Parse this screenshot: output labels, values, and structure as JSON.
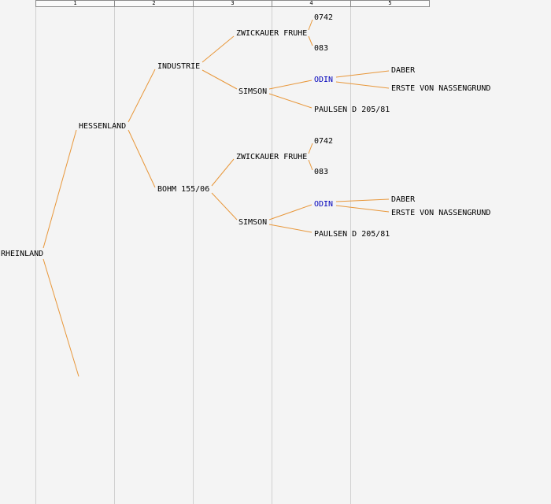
{
  "header": {
    "columns": [
      "1",
      "2",
      "3",
      "4",
      "5"
    ]
  },
  "colors": {
    "background": "#f4f4f4",
    "grid_line": "#d0d0d0",
    "edge_line": "#e8973a",
    "node_text": "#000000",
    "node_link": "#0000bb"
  },
  "nodes": [
    {
      "label": "RHEINLAND",
      "generation": 0,
      "link": false
    },
    {
      "label": "HESSENLAND",
      "generation": 1,
      "link": false
    },
    {
      "label": "INDUSTRIE",
      "generation": 2,
      "link": false
    },
    {
      "label": "ZWICKAUER FRUHE",
      "generation": 3,
      "link": false
    },
    {
      "label": "0742",
      "generation": 4,
      "link": false
    },
    {
      "label": "083",
      "generation": 4,
      "link": false
    },
    {
      "label": "SIMSON",
      "generation": 3,
      "link": false
    },
    {
      "label": "ODIN",
      "generation": 4,
      "link": true
    },
    {
      "label": "DABER",
      "generation": 5,
      "link": false
    },
    {
      "label": "ERSTE VON NASSENGRUND",
      "generation": 5,
      "link": false
    },
    {
      "label": "PAULSEN D 205/81",
      "generation": 4,
      "link": false
    },
    {
      "label": "BOHM 155/06",
      "generation": 2,
      "link": false
    },
    {
      "label": "ZWICKAUER FRUHE",
      "generation": 3,
      "link": false
    },
    {
      "label": "0742",
      "generation": 4,
      "link": false
    },
    {
      "label": "083",
      "generation": 4,
      "link": false
    },
    {
      "label": "SIMSON",
      "generation": 3,
      "link": false
    },
    {
      "label": "ODIN",
      "generation": 4,
      "link": true
    },
    {
      "label": "DABER",
      "generation": 5,
      "link": false
    },
    {
      "label": "ERSTE VON NASSENGRUND",
      "generation": 5,
      "link": false
    },
    {
      "label": "PAULSEN D 205/81",
      "generation": 4,
      "link": false
    }
  ],
  "relationships": [
    {
      "child": "RHEINLAND",
      "parents": [
        "HESSENLAND",
        ""
      ]
    },
    {
      "child": "HESSENLAND",
      "parents": [
        "INDUSTRIE",
        "BOHM 155/06"
      ]
    },
    {
      "child": "INDUSTRIE",
      "parents": [
        "ZWICKAUER FRUHE",
        "SIMSON"
      ]
    },
    {
      "child": "ZWICKAUER FRUHE",
      "parents": [
        "0742",
        "083"
      ]
    },
    {
      "child": "SIMSON",
      "parents": [
        "ODIN",
        "PAULSEN D 205/81"
      ]
    },
    {
      "child": "ODIN",
      "parents": [
        "DABER",
        "ERSTE VON NASSENGRUND"
      ]
    },
    {
      "child": "BOHM 155/06",
      "parents": [
        "ZWICKAUER FRUHE",
        "SIMSON"
      ]
    }
  ]
}
